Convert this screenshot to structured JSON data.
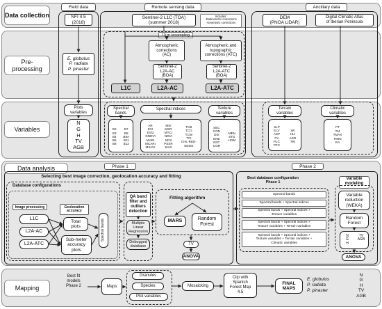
{
  "rows": {
    "data_collection": "Data collection",
    "preprocessing": "Pre-\nprocessing",
    "variables": "Variables",
    "data_analysis": "Data analysis",
    "mapping": "Mapping"
  },
  "tabs": {
    "field": "Field data",
    "remote": "Remote sensing data",
    "ancillary": "Ancillary data",
    "phase1": "Phase 1",
    "phase2": "Phase 2"
  },
  "field": {
    "nfi": "NFI 4.5\n(2018)",
    "species": [
      "E. globulus",
      "P. radiata",
      "P. pinaster"
    ],
    "plots_variables": "Plots\nvariables",
    "vars": [
      "N",
      "G",
      "H",
      "TV",
      "AGB"
    ]
  },
  "remote": {
    "sentinel_toa": "Sentinel-2 L1C (TOA)\n(summer 2018)",
    "includes": "Includes:\n-Radiometric corrections\n-Geometric corrections",
    "resampling": "10 m resampling",
    "ac": "Atmospheric\ncorrections\n(AC)",
    "atc": "Atmospheric and\ntopographic\ncorrections (ATC)",
    "s2_ac": "Sentinel-2\nL2A-AC\n(BOA)",
    "s2_atc": "Sentinel-2\nL2A-ATC\n(BOA)",
    "l1c": "L1C",
    "l2a_ac": "L2A-AC",
    "l2a_atc": "L2A-ATC",
    "spectral_bands": "Spectral\nbands",
    "spectral_indices": "Spectral indices",
    "texture_variables": "Texture\nvariables",
    "bands": [
      [
        "B2",
        "B3",
        "B4",
        "B5",
        "B6"
      ],
      [
        "B7",
        "B8",
        "B8A",
        "B11",
        "B12"
      ]
    ],
    "indices": [
      [
        "AR",
        "EVI",
        "EVI2",
        "GNDVI",
        "MARI",
        "MCARI",
        "MSAVI"
      ],
      [
        "MSI",
        "MSR",
        "MTCI",
        "NDVI",
        "NDII",
        "PSSR",
        "SAVI"
      ],
      [
        "TCB",
        "TCG",
        "TCW",
        "TCI",
        "CHL-RED-",
        "EDGE",
        ""
      ]
    ],
    "textures": [
      [
        "SEC",
        "CON",
        "DIS",
        "ENE",
        "ENT",
        "COR"
      ],
      [
        "MEN",
        "STD",
        "HOM",
        "",
        "",
        ""
      ]
    ]
  },
  "ancillary": {
    "dem": "DEM\n(PNOA LiDAR)",
    "climatic_atlas": "Digital Climatic Atlas\nof Iberian Peninsula",
    "terrain_variables": "Terrain\nvariables",
    "climatic_variables": "Climatic\nvariables",
    "terrain": [
      [
        "SLP",
        "ELV",
        "ASP",
        "CV",
        "PLC",
        "PFC"
      ],
      [
        "WI",
        "HLI",
        "ASR",
        "TRI",
        "",
        ""
      ]
    ],
    "climatic": [
      "PT",
      "TM",
      "TMAX",
      "TMIN",
      "RA"
    ]
  },
  "analysis": {
    "selecting": "Selecting best image correction, geolocation accuracy and fitting",
    "db_config": "Database configurations",
    "image_processing": "Image processing",
    "geolocation_accuracy": "Geolocation\naccuracy",
    "l1c": "L1C",
    "l2a_ac": "L2A-AC",
    "l2a_atc": "L2A-ATC",
    "total_plots": "Total\nplots",
    "submeter_plots": "Sub-meter\naccuracy\nplots",
    "spectral_bands_v": "Spectral bands",
    "qa_band": "QA band\nfilter and\noutliers\ndetection",
    "mlr": "Multiple\nLinear\nRegression",
    "debugged": "Debugged\ndatabase",
    "fitting_algorithm": "Fitting algorithm",
    "mars": "MARS",
    "random_forest": "Random\nForest",
    "tv": "TV",
    "anova": "ANOVA",
    "best_db_config": "Best database configuration\nPhase 1",
    "p2_spectral_bands": "Spectral bands",
    "p2_rows": [
      "Spectral bands + Spectral indices",
      "Spectral bands + Spectral indices +\nTexture variables",
      "Spectral bands + Spectral indices +\nTexture variables + Terrain variables",
      "Spectral bands + Spectral indices +\nTexture variables + Terrain variables +\nClimatic variables"
    ],
    "variable_modeling": "Variable\nmodeling",
    "variable_reduction": "Variable\nreduction\n(WEKA)",
    "random_forest2": "Random\nForest",
    "p2_vars": [
      "N",
      "TV",
      "G",
      "AGB",
      "H"
    ],
    "anova2": "ANOVA"
  },
  "mapping": {
    "best_fit": "Best fit\nmodels\nPhase 2",
    "maps": "Maps",
    "granules": "Granules",
    "species": "Species",
    "plot_variables": "Plot variables",
    "mosaicking": "Mosaicking",
    "clip": "Clip with\nSpanish\nForest Map\n4.5",
    "final_maps": "FINAL\nMAPS",
    "species_list": [
      "E. globulus",
      "P. radiata",
      "P. pinaster"
    ],
    "vars": [
      "N",
      "G",
      "H",
      "TV",
      "AGB"
    ]
  }
}
